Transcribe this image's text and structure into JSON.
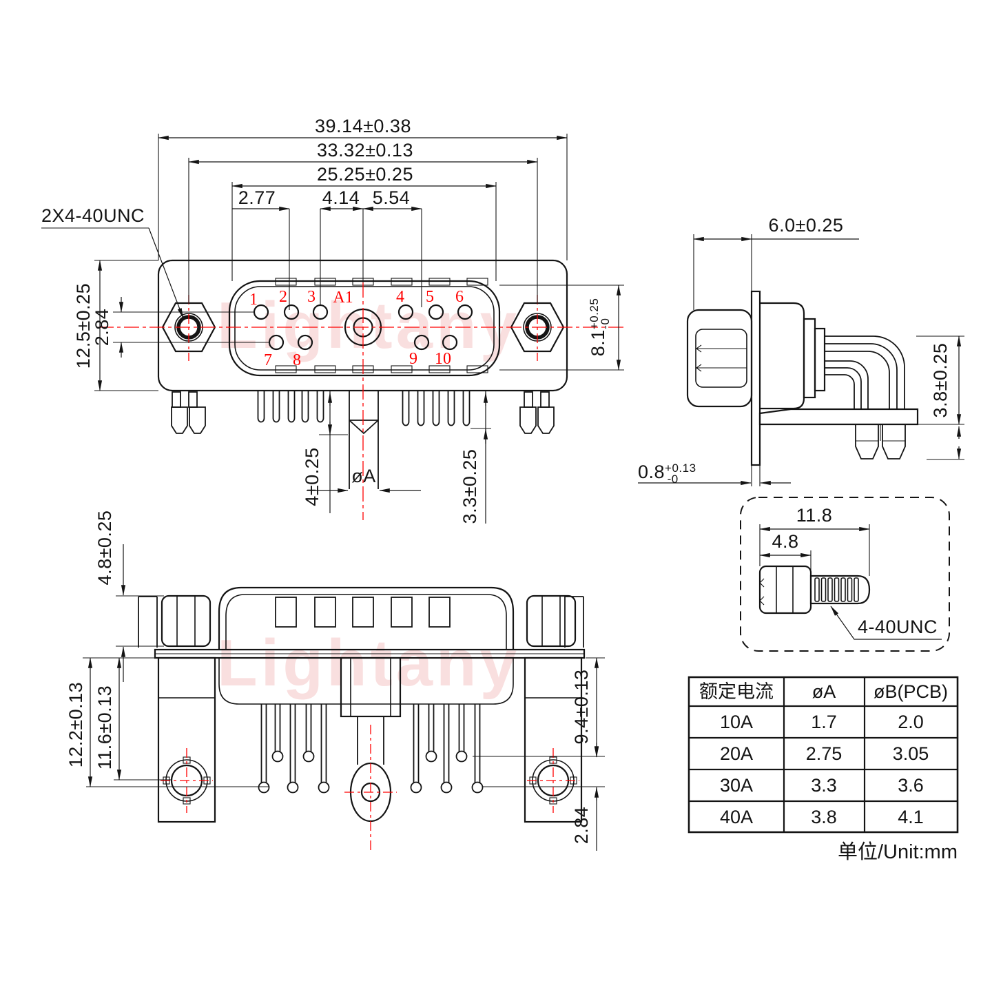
{
  "wm": {
    "text": "Lightany"
  },
  "fv": {
    "thread": "2X4-40UNC",
    "d_ow": "39.14±0.38",
    "d_mw": "33.32±0.13",
    "d_fw": "25.25±0.25",
    "d_p1": "2.77",
    "d_p2": "4.14",
    "d_p3": "5.54",
    "d_h": "12.5±0.25",
    "d_row": "2.84",
    "d_fh": "8.1",
    "d_fh_p": "+0.25",
    "d_fh_m": "-0",
    "d_pa": "4±0.25",
    "d_dia": "øA",
    "d_pb": "3.3±0.25",
    "pins": [
      "1",
      "2",
      "3",
      "A1",
      "4",
      "5",
      "6",
      "7",
      "8",
      "9",
      "10"
    ]
  },
  "sv": {
    "d_depth": "6.0±0.25",
    "d_tail": "3.8±0.25",
    "d_fl": "0.8",
    "d_fl_p": "+0.13",
    "d_fl_m": "-0"
  },
  "bv": {
    "d_standoff": "4.8±0.25",
    "d_r1": "12.2±0.13",
    "d_r2": "11.6±0.13",
    "d_pd": "9.4±0.13",
    "d_row": "2.84"
  },
  "sd": {
    "d_total": "11.8",
    "d_head": "4.8",
    "thread": "4-40UNC"
  },
  "table": {
    "headers": [
      "额定电流",
      "øA",
      "øB(PCB)"
    ],
    "rows": [
      [
        "10A",
        "1.7",
        "2.0"
      ],
      [
        "20A",
        "2.75",
        "3.05"
      ],
      [
        "30A",
        "3.3",
        "3.6"
      ],
      [
        "40A",
        "3.8",
        "4.1"
      ]
    ],
    "unit": "单位/Unit:mm"
  }
}
